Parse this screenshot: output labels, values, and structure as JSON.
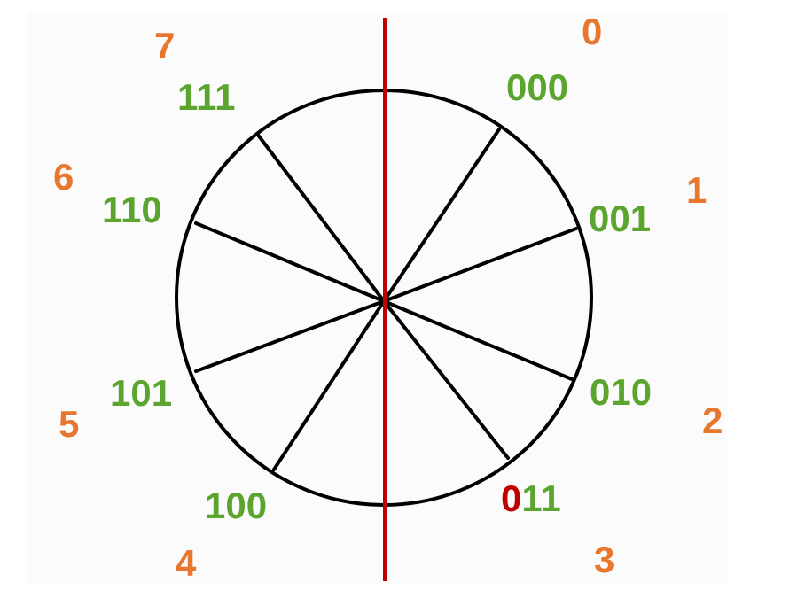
{
  "colors": {
    "number": "#e8772e",
    "code": "#5ba52f",
    "highlight": "#c00000",
    "axis": "#c00000",
    "circle": "#000000",
    "background": "#fbfbfb"
  },
  "labels": {
    "0": {
      "number": "0",
      "code": "000"
    },
    "1": {
      "number": "1",
      "code": "001"
    },
    "2": {
      "number": "2",
      "code": "010"
    },
    "3": {
      "number": "3",
      "code_first": "0",
      "code_rest": "11"
    },
    "4": {
      "number": "4",
      "code": "100"
    },
    "5": {
      "number": "5",
      "code": "101"
    },
    "6": {
      "number": "6",
      "code": "110"
    },
    "7": {
      "number": "7",
      "code": "111"
    }
  }
}
